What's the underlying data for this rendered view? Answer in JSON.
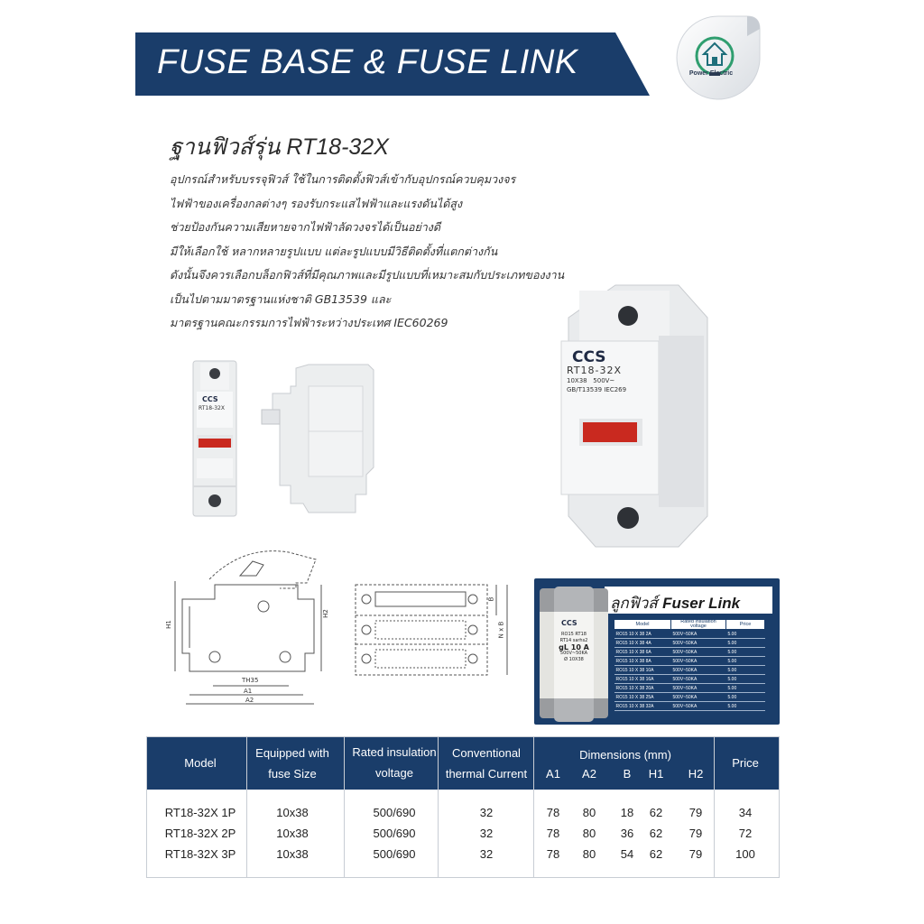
{
  "header": {
    "title": "FUSE BASE & FUSE LINK",
    "brand_color": "#1a3d6a"
  },
  "logo": {
    "text": "Power Electric",
    "icon": "house-bulb-icon"
  },
  "product": {
    "subtitle": "ฐานฟิวส์รุ่น RT18-32X",
    "description": [
      "อุปกรณ์สำหรับบรรจุฟิวส์ ใช้ในการติดตั้งฟิวส์เข้ากับอุปกรณ์ควบคุมวงจร",
      "ไฟฟ้าของเครื่องกลต่างๆ รองรับกระแสไฟฟ้าและแรงดันได้สูง",
      "ช่วยป้องกันความเสียหายจากไฟฟ้าลัดวงจรได้เป็นอย่างดี",
      "มีให้เลือกใช้ หลากหลายรูปแบบ แต่ละรูปแบบมีวิธีติดตั้งที่แตกต่างกัน",
      "ดังนั้นจึงควรเลือกบล็อกฟิวส์ที่มีคุณภาพและมีรูปแบบที่เหมาะสมกับประเภทของงาน",
      "เป็นไปตามมาตรฐานแห่งชาติ GB13539 และ",
      "มาตรฐานคณะกรรมการไฟฟ้าระหว่างประเทศ IEC60269"
    ],
    "device_label": {
      "brand": "CCS",
      "model": "RT18-32X",
      "line1": "10X38   500V~",
      "line2": "GB/T13539 IEC269"
    }
  },
  "drawing": {
    "side_labels": [
      "H1",
      "H2",
      "TH35",
      "A1",
      "A2"
    ],
    "top_labels": [
      "B",
      "N x B"
    ]
  },
  "fuse_link": {
    "title_prefix": "ลูกฟิวส์",
    "title_main": "Fuser Link",
    "cartridge": {
      "brand": "CCS",
      "lines": [
        "RO15 RT18",
        "RT14 sarhs2",
        "gL 10 A",
        "500V~50KA",
        "Ø 10X38"
      ]
    },
    "columns": [
      "Model",
      "Rated insulation voltage",
      "Price"
    ],
    "rows": [
      [
        "RO15 10 X 38  2A",
        "500V~50KA",
        "5.00"
      ],
      [
        "RO15 10 X 38  4A",
        "500V~50KA",
        "5.00"
      ],
      [
        "RO15 10 X 38  6A",
        "500V~50KA",
        "5.00"
      ],
      [
        "RO15 10 X 38  8A",
        "500V~50KA",
        "5.00"
      ],
      [
        "RO15 10 X 38  10A",
        "500V~50KA",
        "5.00"
      ],
      [
        "RO15 10 X 38  16A",
        "500V~50KA",
        "5.00"
      ],
      [
        "RO15 10 X 38  20A",
        "500V~50KA",
        "5.00"
      ],
      [
        "RO15 10 X 38  25A",
        "500V~50KA",
        "5.00"
      ],
      [
        "RO15 10 X 38  32A",
        "500V~50KA",
        "5.00"
      ]
    ]
  },
  "spec_table": {
    "headers": {
      "model": "Model",
      "equipped_1": "Equipped with",
      "equipped_2": "fuse Size",
      "rated_1": "Rated insulation",
      "rated_2": "voltage",
      "conv_1": "Conventional",
      "conv_2": "thermal Current",
      "dimensions": "Dimensions (mm)",
      "dims": [
        "A1",
        "A2",
        "B",
        "H1",
        "H2"
      ],
      "price": "Price"
    },
    "rows": [
      {
        "model": "RT18-32X 1P",
        "fuse": "10x38",
        "voltage": "500/690",
        "current": "32",
        "a1": "78",
        "a2": "80",
        "b": "18",
        "h1": "62",
        "h2": "79",
        "price": "34"
      },
      {
        "model": "RT18-32X 2P",
        "fuse": "10x38",
        "voltage": "500/690",
        "current": "32",
        "a1": "78",
        "a2": "80",
        "b": "36",
        "h1": "62",
        "h2": "79",
        "price": "72"
      },
      {
        "model": "RT18-32X 3P",
        "fuse": "10x38",
        "voltage": "500/690",
        "current": "32",
        "a1": "78",
        "a2": "80",
        "b": "54",
        "h1": "62",
        "h2": "79",
        "price": "100"
      }
    ]
  }
}
